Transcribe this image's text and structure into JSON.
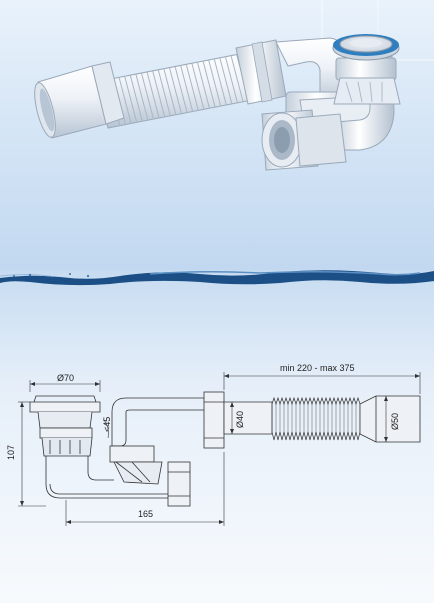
{
  "dimensions": {
    "top_diameter": "Ø70",
    "height": "107",
    "angle": "<45",
    "length_range": "min 220 - max 375",
    "inner_diameter": "Ø40",
    "outer_diameter": "Ø50",
    "width": "165"
  },
  "colors": {
    "plastic": "#eef2f7",
    "plastic_shade": "#b9c6d4",
    "blue_ring": "#2f7fc0",
    "water": "#1c4f86",
    "line": "#333333"
  }
}
